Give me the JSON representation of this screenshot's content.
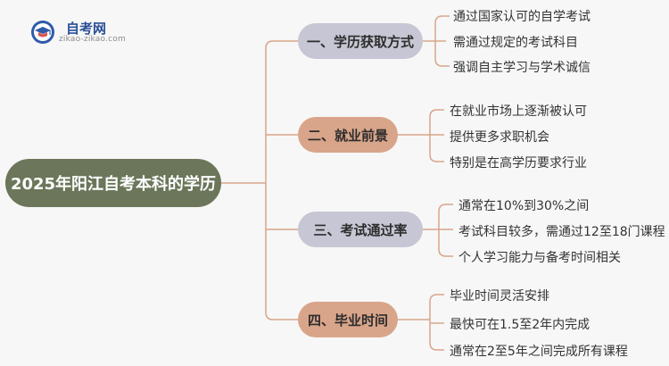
{
  "logo": {
    "title": "自考网",
    "url": "zikao-zikao.com"
  },
  "root": {
    "label": "2025年阳江自考本科的学历"
  },
  "colors": {
    "root_bg": "#6b765a",
    "cat_bg": [
      "#c6c6d4",
      "#d9a58a",
      "#c6c6d4",
      "#d9a58a"
    ],
    "line": "#d9a58a"
  },
  "branches": [
    {
      "label": "一、学历获取方式",
      "items": [
        "通过国家认可的自学考试",
        "需通过规定的考试科目",
        "强调自主学习与学术诚信"
      ]
    },
    {
      "label": "二、就业前景",
      "items": [
        "在就业市场上逐渐被认可",
        "提供更多求职机会",
        "特别是在高学历要求行业"
      ]
    },
    {
      "label": "三、考试通过率",
      "items": [
        "通常在10%到30%之间",
        "考试科目较多，需通过12至18门课程",
        "个人学习能力与备考时间相关"
      ]
    },
    {
      "label": "四、毕业时间",
      "items": [
        "毕业时间灵活安排",
        "最快可在1.5至2年内完成",
        "通常在2至5年之间完成所有课程"
      ]
    }
  ]
}
